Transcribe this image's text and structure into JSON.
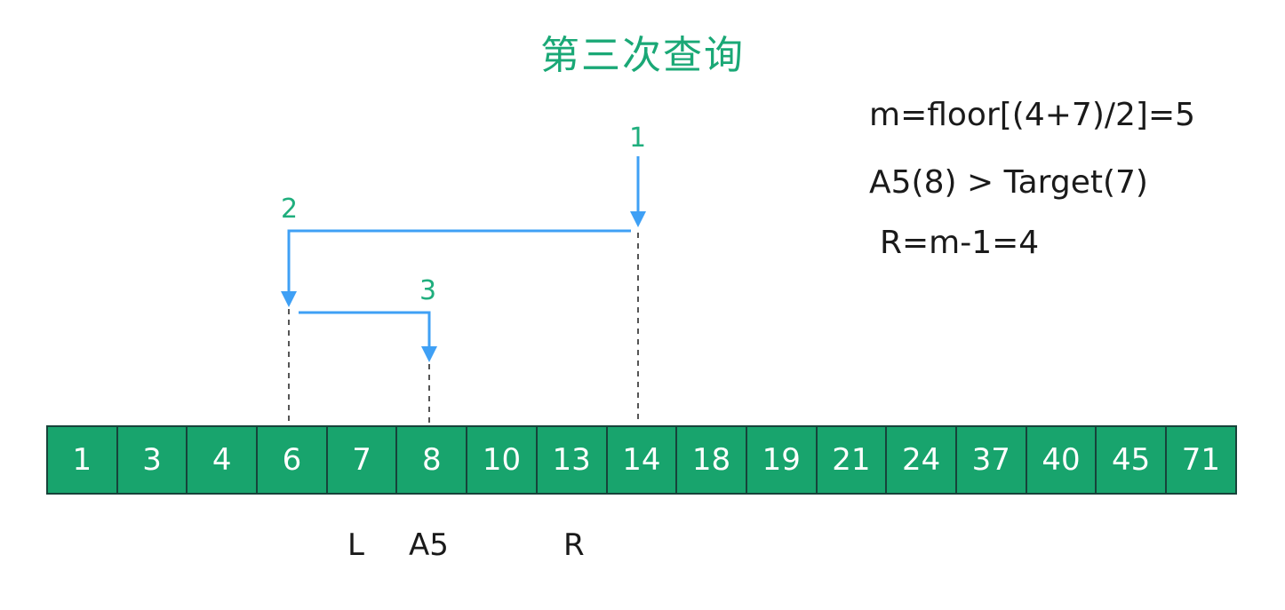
{
  "title": "第三次查询",
  "formulas": [
    "m=floor[(4+7)/2]=5",
    "A5(8) > Target(7)",
    "R=m-1=4"
  ],
  "array": [
    "1",
    "3",
    "4",
    "6",
    "7",
    "8",
    "10",
    "13",
    "14",
    "18",
    "19",
    "21",
    "24",
    "37",
    "40",
    "45",
    "71"
  ],
  "pointers": {
    "left": "L",
    "mid": "A5",
    "right": "R"
  },
  "steps": [
    "1",
    "2",
    "3"
  ],
  "colors": {
    "cell_fill": "#18a46d",
    "title": "#1aa876",
    "step_number": "#1fae7d",
    "arrow": "#3fa0f5"
  }
}
